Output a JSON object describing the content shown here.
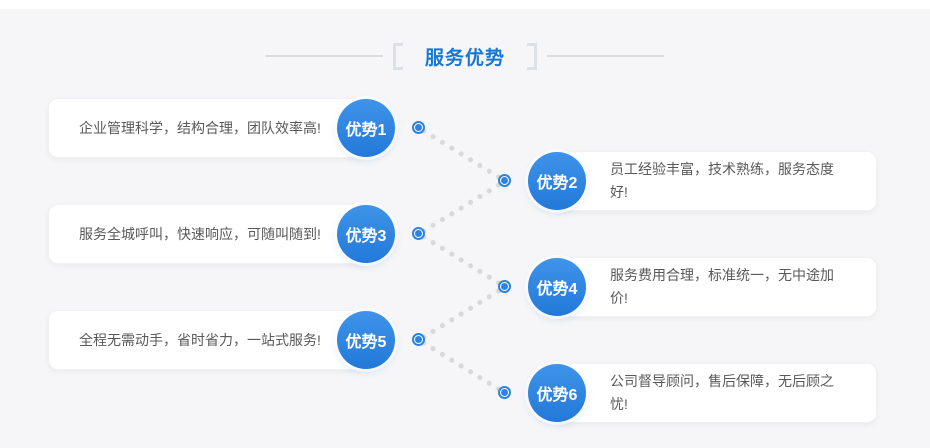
{
  "header": {
    "title": "服务优势",
    "accent_color": "#1678d2"
  },
  "items": [
    {
      "label": "优势1",
      "side": "left",
      "text": "企业管理科学，结构合理，团队效率高!"
    },
    {
      "label": "优势2",
      "side": "right",
      "text": "员工经验丰富，技术熟练，服务态度好!"
    },
    {
      "label": "优势3",
      "side": "left",
      "text": "服务全城呼叫，快速响应，可随叫随到!"
    },
    {
      "label": "优势4",
      "side": "right",
      "text": "服务费用合理，标准统一，无中途加价!"
    },
    {
      "label": "优势5",
      "side": "left",
      "text": "全程无需动手，省时省力，一站式服务!"
    },
    {
      "label": "优势6",
      "side": "right",
      "text": "公司督导顾问，售后保障，无后顾之忧!"
    }
  ],
  "colors": {
    "badge_blue_top": "#3f94e9",
    "badge_blue_bottom": "#2279d8",
    "panel_background": "#f6f6f8",
    "dot_gray": "#d8d8d8",
    "card_text": "#595959"
  }
}
